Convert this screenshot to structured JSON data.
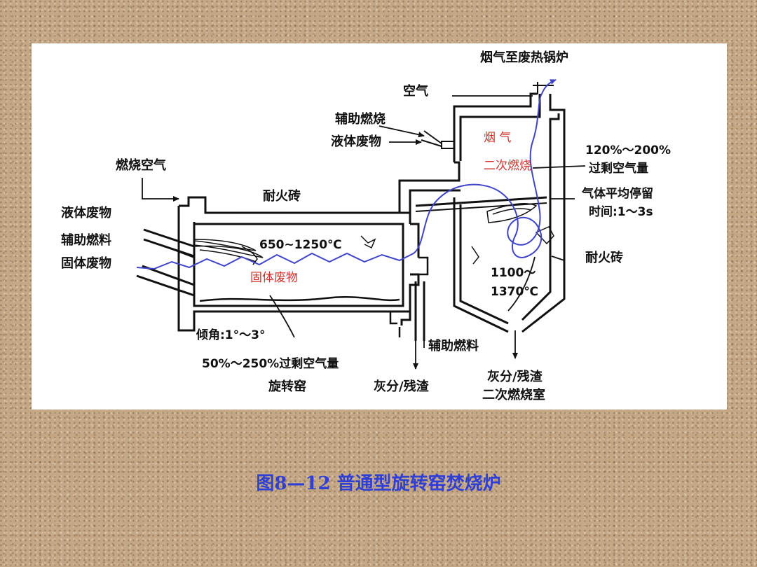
{
  "caption": "图8—12 普通型旋转窑焚烧炉",
  "colors": {
    "ink": "#111111",
    "flow": "#3f44c9",
    "red": "#d0302b",
    "caption": "#2f3fd6"
  },
  "labels": {
    "flue_to_boiler": "烟气至废热锅炉",
    "air": "空气",
    "aux_combustion": "辅助燃烧",
    "liquid_waste_top": "液体废物",
    "combustion_air": "燃烧空气",
    "refractory_top": "耐火砖",
    "liquid_waste_left": "液体废物",
    "aux_fuel_left": "辅助燃料",
    "solid_waste_left": "固体废物",
    "kiln_temp": "650~1250℃",
    "solid_waste_red": "固体废物",
    "flue_gas_red": "烟 气",
    "secondary_combustion_red": "二次燃烧",
    "excess_air_secondary_range": "120%～200%",
    "excess_air_secondary_label": "过剩空气量",
    "residence_line1": "气体平均停留",
    "residence_line2": "时间:1～3s",
    "refractory_right": "耐火砖",
    "chamber_temp_line1": "1100～",
    "chamber_temp_line2": "1370℃",
    "tilt_angle": "倾角:1°～3°",
    "aux_fuel_bottom": "辅助燃料",
    "excess_air_kiln": "50%～250%过剩空气量",
    "rotary_kiln": "旋转窑",
    "ash_slag_left": "灰分/残渣",
    "ash_slag_right": "灰分/残渣",
    "secondary_chamber": "二次燃烧室"
  }
}
